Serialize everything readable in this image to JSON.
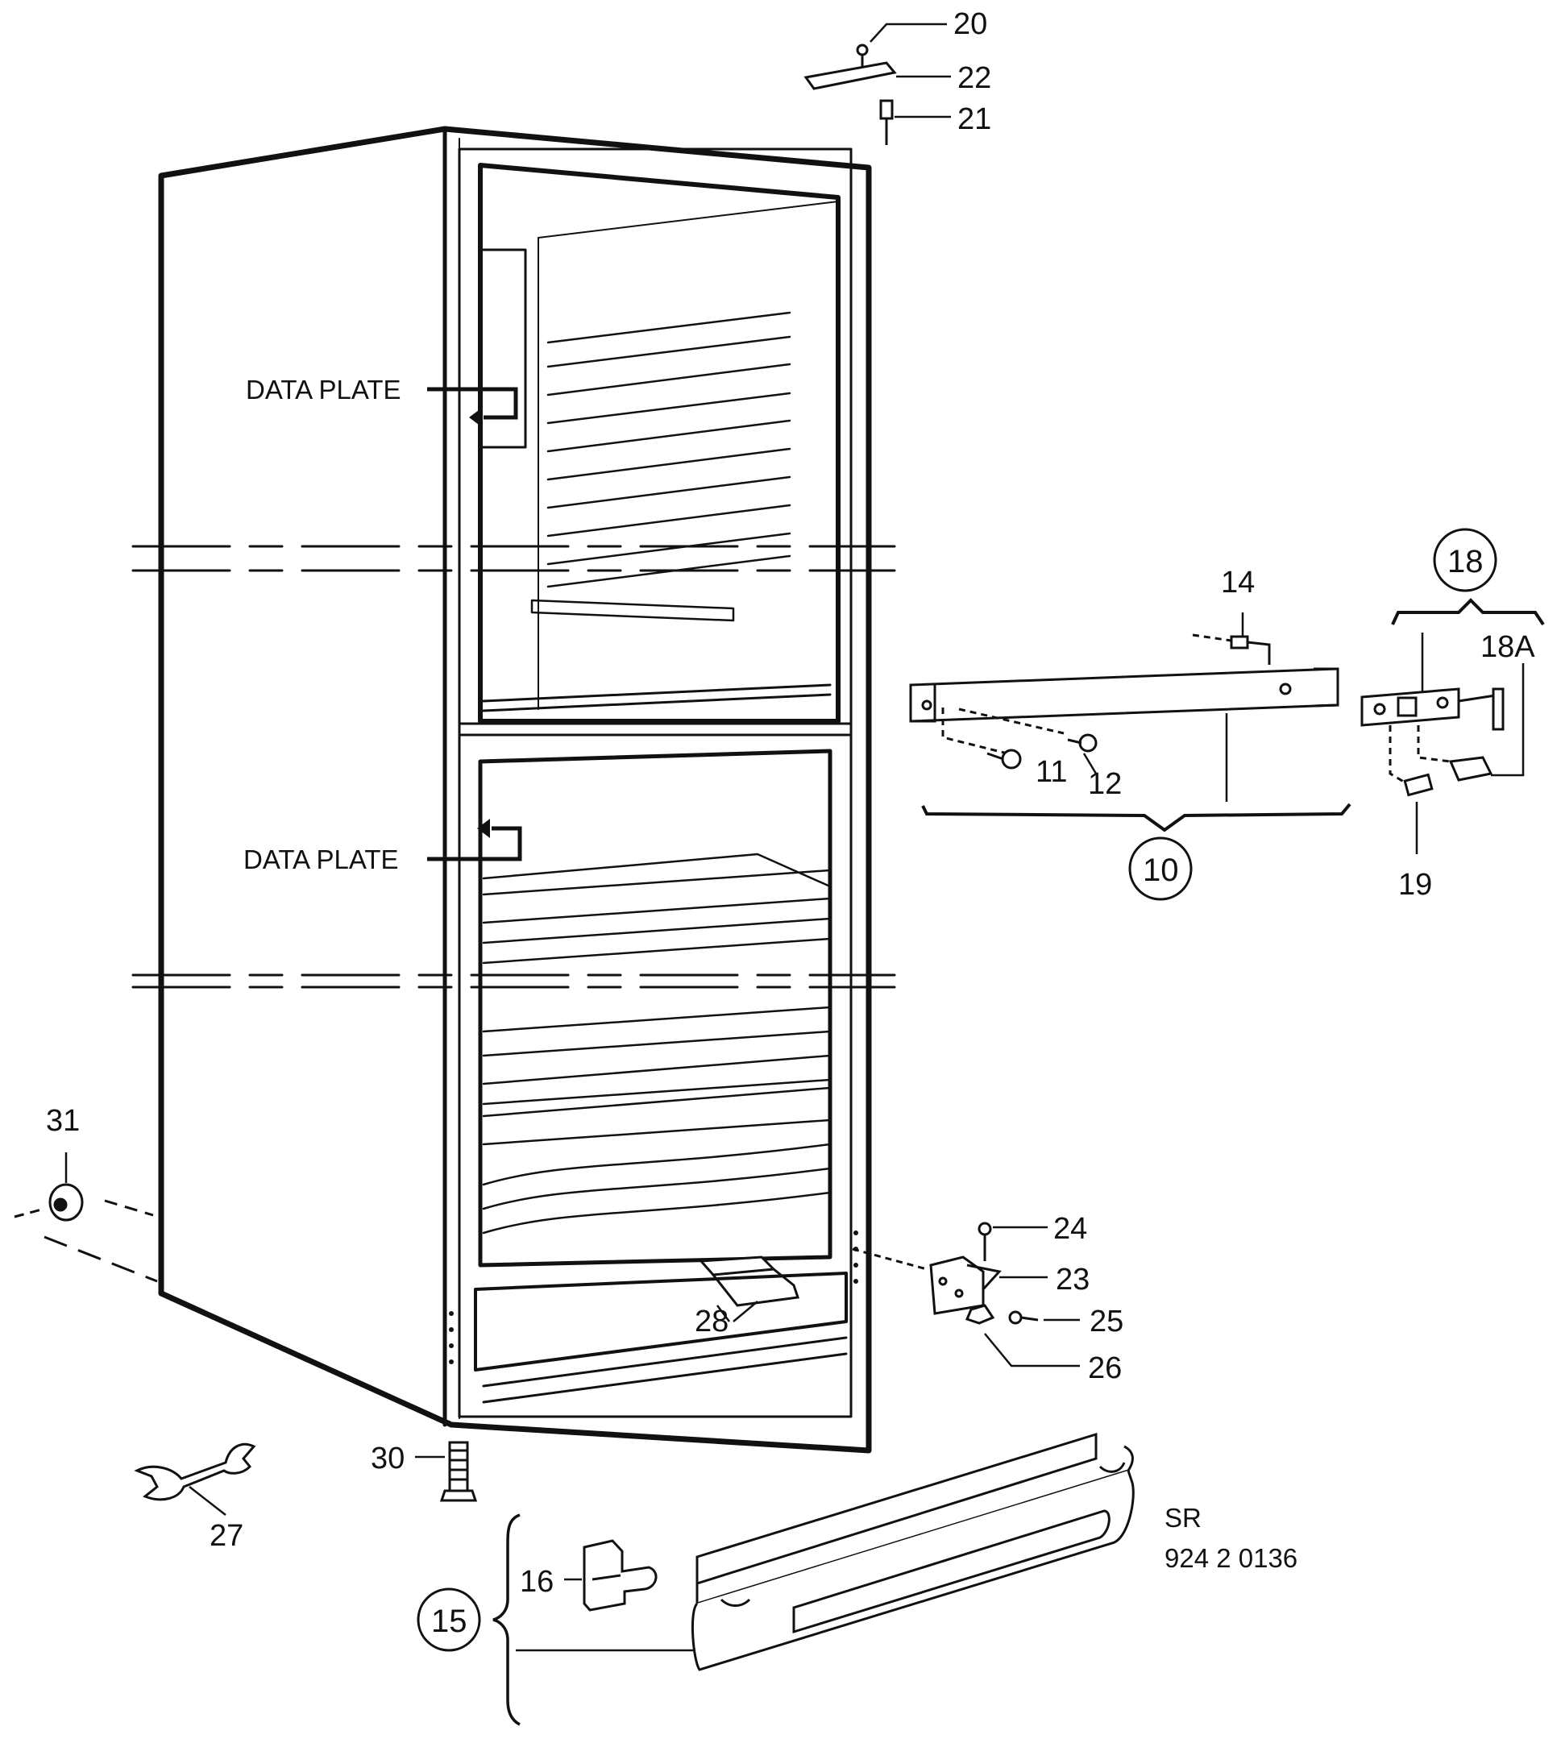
{
  "labels": {
    "data_plate_upper": "DATA PLATE",
    "data_plate_lower": "DATA PLATE",
    "p20": "20",
    "p22": "22",
    "p21": "21",
    "p14": "14",
    "p18": "18",
    "p18a": "18A",
    "p11": "11",
    "p12": "12",
    "p10": "10",
    "p19": "19",
    "p31": "31",
    "p24": "24",
    "p23": "23",
    "p25": "25",
    "p26": "26",
    "p28": "28",
    "p30": "30",
    "p27": "27",
    "p16": "16",
    "p15": "15"
  },
  "reference": {
    "line1": "SR",
    "line2": "924 2 0136"
  },
  "colors": {
    "ink": "#111111",
    "paper": "#ffffff",
    "shade": "#dcdcdc"
  }
}
